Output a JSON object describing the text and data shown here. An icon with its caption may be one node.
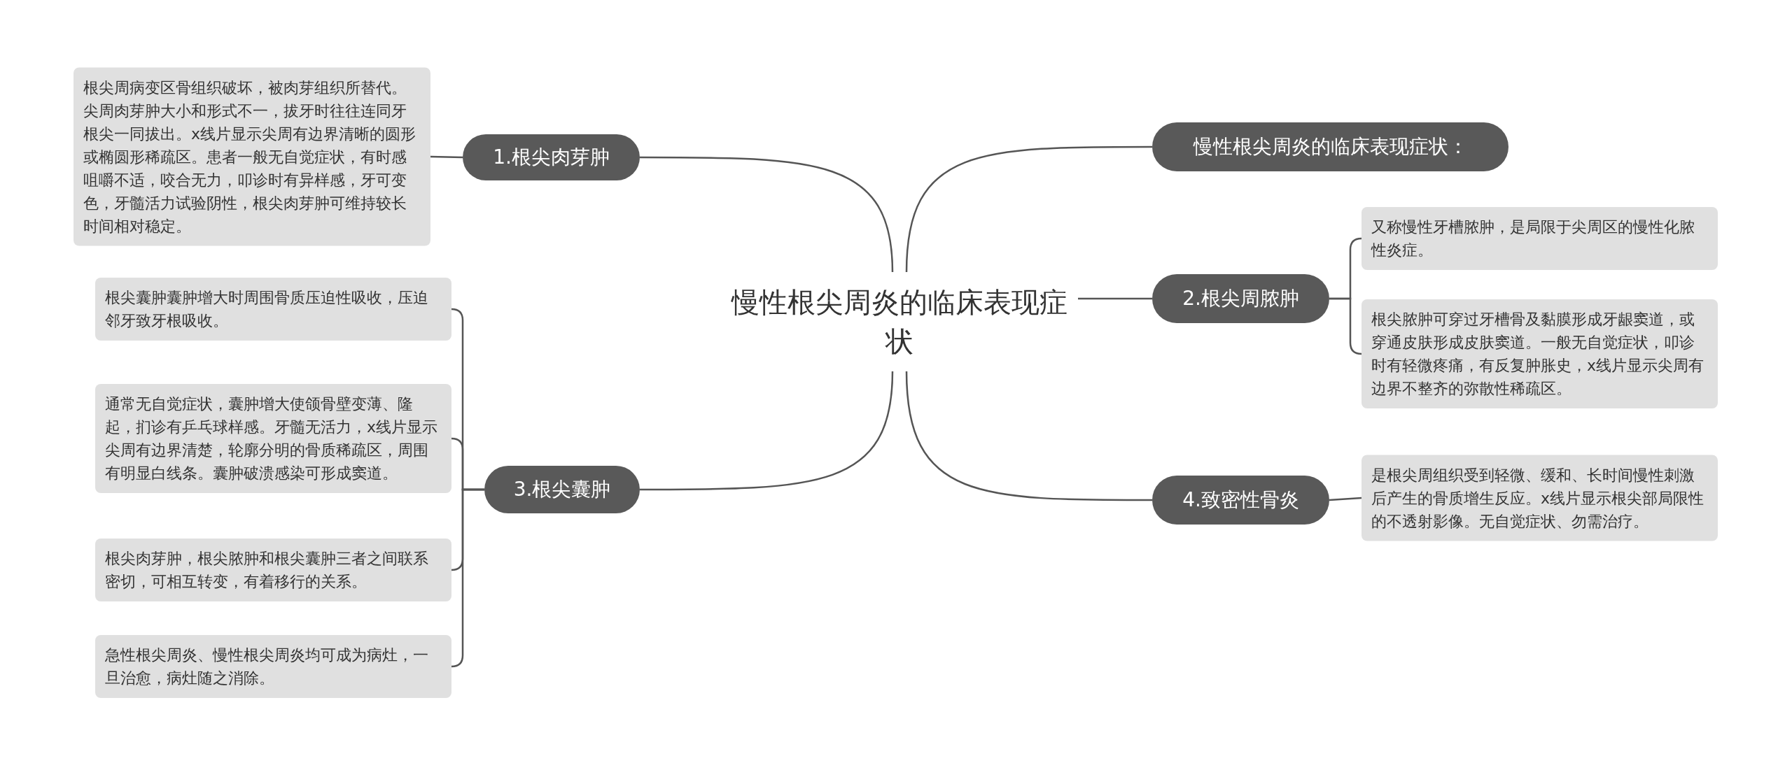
{
  "diagram": {
    "nodes": [
      {
        "text": [
          "慢性根尖周炎的临床表现症状"
        ]
      },
      {
        "text": [
          "1.根尖肉芽肿"
        ]
      },
      {
        "text": [
          "根尖周病变区骨组织破坏，被肉芽组织所替代。尖周肉芽肿大小和形式不一，拔牙时往往连同牙根尖一同拔出。x线片显示尖周有边界清晰的圆形或椭圆形稀疏区。患者一般无自觉症状，有时感咀嚼不适，咬合无力，叩诊时有异样感，牙可变色，牙髓活力试验阴性，根尖肉芽肿可维持较长时间相对稳定。"
        ]
      },
      {
        "text": [
          "慢性根尖周炎的临床表现症状："
        ]
      },
      {
        "text": [
          "2.根尖周脓肿"
        ]
      },
      {
        "text": [
          "又称慢性牙槽脓肿，是局限于尖周区的慢性化脓性炎症。"
        ]
      },
      {
        "text": [
          "根尖脓肿可穿过牙槽骨及黏膜形成牙龈窦道，或穿通皮肤形成皮肤窦道。一般无自觉症状，叩诊时有轻微疼痛，有反复肿胀史，x线片显示尖周有边界不整齐的弥散性稀疏区。"
        ]
      },
      {
        "text": [
          "3.根尖囊肿"
        ]
      },
      {
        "text": [
          "根尖囊肿囊肿增大时周围骨质压迫性吸收，压迫邻牙致牙根吸收。"
        ]
      },
      {
        "text": [
          "通常无自觉症状，囊肿增大使颌骨壁变薄、隆起，扪诊有乒乓球样感。牙髓无活力，x线片显示尖周有边界清楚，轮廓分明的骨质稀疏区，周围有明显白线条。囊肿破溃感染可形成窦道。"
        ]
      },
      {
        "text": [
          "根尖肉芽肿，根尖脓肿和根尖囊肿三者之间联系密切，可相互转变，有着移行的关系。"
        ]
      },
      {
        "text": [
          "急性根尖周炎、慢性根尖周炎均可成为病灶，一旦治愈，病灶随之消除。"
        ]
      },
      {
        "text": [
          "4.致密性骨炎"
        ]
      },
      {
        "text": [
          "是根尖周组织受到轻微、缓和、长时间慢性刺激后产生的骨质增生反应。x线片显示根尖部局限性的不透射影像。无自觉症状、勿需治疗。"
        ]
      }
    ],
    "edges": [
      {
        "from": 0,
        "to": 1,
        "arrow": "none"
      },
      {
        "from": 1,
        "to": 2,
        "arrow": "none"
      },
      {
        "from": 0,
        "to": 3,
        "arrow": "none"
      },
      {
        "from": 0,
        "to": 4,
        "arrow": "none"
      },
      {
        "from": 4,
        "to": 5,
        "arrow": "none"
      },
      {
        "from": 4,
        "to": 6,
        "arrow": "none"
      },
      {
        "from": 0,
        "to": 7,
        "arrow": "none"
      },
      {
        "from": 7,
        "to": 8,
        "arrow": "none"
      },
      {
        "from": 7,
        "to": 9,
        "arrow": "none"
      },
      {
        "from": 7,
        "to": 10,
        "arrow": "none"
      },
      {
        "from": 7,
        "to": 11,
        "arrow": "none"
      },
      {
        "from": 0,
        "to": 12,
        "arrow": "none"
      },
      {
        "from": 12,
        "to": 13,
        "arrow": "none"
      }
    ]
  }
}
